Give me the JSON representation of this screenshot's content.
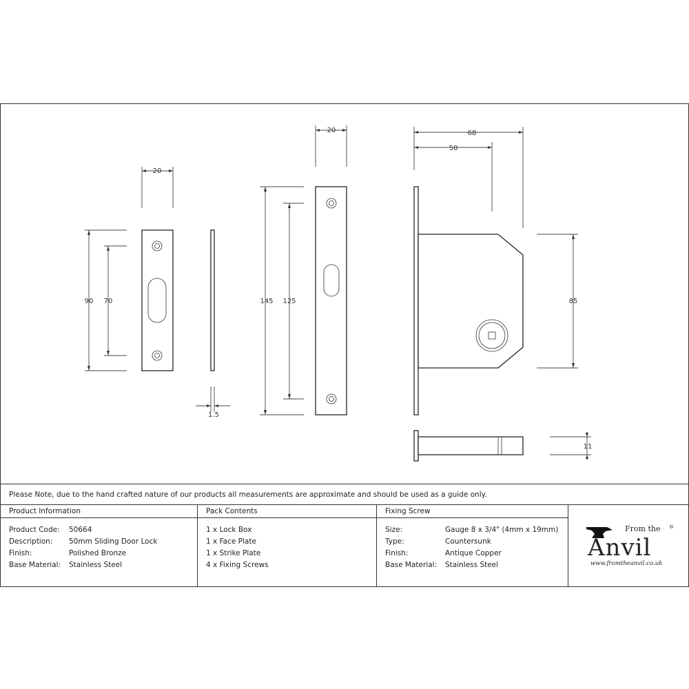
{
  "dimensions": {
    "strike_width": "20",
    "strike_height": "90",
    "strike_hole_spacing": "70",
    "strike_thickness": "1.5",
    "face_width": "20",
    "face_height": "145",
    "face_hole_spacing": "125",
    "case_depth": "68",
    "backset": "50",
    "case_height": "85",
    "case_thickness": "11"
  },
  "note": "Please Note, due to the hand crafted nature of our products all measurements are approximate and should be used as a guide only.",
  "product_info": {
    "heading": "Product Information",
    "rows": [
      {
        "key": "Product Code:",
        "value": "50664"
      },
      {
        "key": "Description:",
        "value": "50mm Sliding Door Lock"
      },
      {
        "key": "Finish:",
        "value": "Polished Bronze"
      },
      {
        "key": "Base Material:",
        "value": "Stainless Steel"
      }
    ]
  },
  "pack_contents": {
    "heading": "Pack Contents",
    "items": [
      "1 x Lock Box",
      "1 x Face Plate",
      "1 x Strike Plate",
      "4 x Fixing Screws"
    ]
  },
  "fixing_screw": {
    "heading": "Fixing Screw",
    "rows": [
      {
        "key": "Size:",
        "value": "Gauge 8 x 3/4\" (4mm x 19mm)"
      },
      {
        "key": "Type:",
        "value": "Countersunk"
      },
      {
        "key": "Finish:",
        "value": "Antique Copper"
      },
      {
        "key": "Base Material:",
        "value": "Stainless Steel"
      }
    ]
  },
  "logo": {
    "from_the": "From the",
    "name": "Anvil",
    "registered": "®",
    "url": "www.fromtheanvil.co.uk",
    "icon": "anvil-icon"
  }
}
